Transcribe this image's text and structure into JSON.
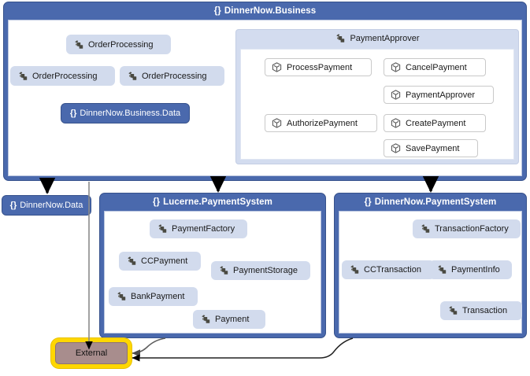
{
  "diagram": {
    "title": "DinnerNow.Business",
    "type": "code-map"
  },
  "icons": {
    "namespace": "namespace-braces-icon",
    "class": "class-icon",
    "method": "method-cube-icon"
  },
  "colors": {
    "namespace_fill": "#4a69ad",
    "namespace_border": "#37528c",
    "class_fill": "#d2dbed",
    "class_group_fill": "#d3dcef",
    "method_fill": "#ffffff",
    "external_fill": "#a88d8d",
    "selection_halo": "#ffd700",
    "edge": "#000000",
    "edge_light": "#6e6e6e"
  },
  "business_container": {
    "brace": "{}",
    "title": "DinnerNow.Business",
    "classes": [
      {
        "id": "op-top",
        "label": "OrderProcessing"
      },
      {
        "id": "op-left",
        "label": "OrderProcessing"
      },
      {
        "id": "op-right",
        "label": "OrderProcessing"
      }
    ],
    "child_namespace": {
      "brace": "{}",
      "label": "DinnerNow.Business.Data"
    },
    "class_group": {
      "title": "PaymentApprover",
      "methods_left": [
        {
          "label": "ProcessPayment"
        },
        {
          "label": "AuthorizePayment"
        }
      ],
      "methods_right": [
        {
          "label": "CancelPayment"
        },
        {
          "label": "PaymentApprover"
        },
        {
          "label": "CreatePayment"
        },
        {
          "label": "SavePayment"
        }
      ]
    }
  },
  "data_namespace": {
    "brace": "{}",
    "label": "DinnerNow.Data"
  },
  "lucerne_container": {
    "brace": "{}",
    "title": "Lucerne.PaymentSystem",
    "classes": [
      {
        "id": "paymentfactory",
        "label": "PaymentFactory"
      },
      {
        "id": "ccpayment",
        "label": "CCPayment"
      },
      {
        "id": "paymentstorage",
        "label": "PaymentStorage"
      },
      {
        "id": "bankpayment",
        "label": "BankPayment"
      },
      {
        "id": "payment",
        "label": "Payment"
      }
    ]
  },
  "dinnernow_payment_container": {
    "brace": "{}",
    "title": "DinnerNow.PaymentSystem",
    "classes": [
      {
        "id": "transactionfactory",
        "label": "TransactionFactory"
      },
      {
        "id": "cctransaction",
        "label": "CCTransaction"
      },
      {
        "id": "paymentinfo",
        "label": "PaymentInfo"
      },
      {
        "id": "transaction",
        "label": "Transaction"
      }
    ]
  },
  "external_node": {
    "label": "External",
    "selected": true
  }
}
